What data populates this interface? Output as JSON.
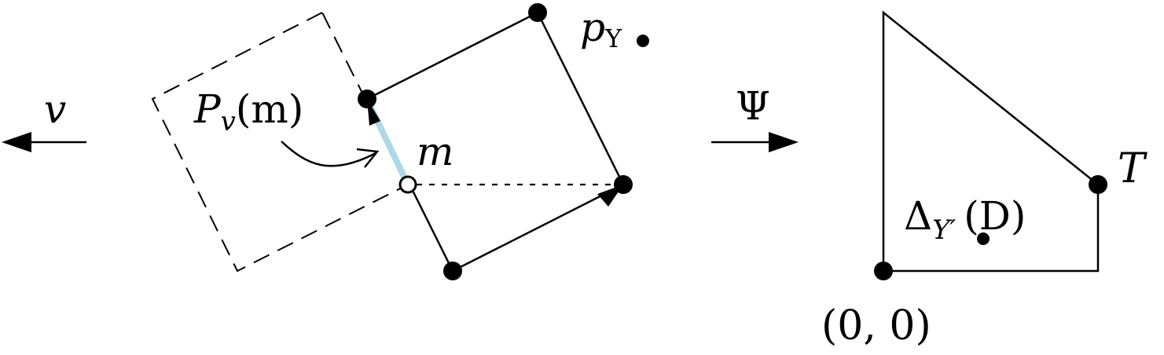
{
  "labels": {
    "v": "v",
    "pv_p": "P",
    "pv_sub": "v",
    "pv_arg": "(m)",
    "m": "m",
    "py_p": "p",
    "py_sub": "Y",
    "psi": "Ψ",
    "t": "T",
    "delta": "Δ",
    "delta_sub": "Y′",
    "delta_arg": "(D)",
    "origin": "(0, 0)"
  },
  "colors": {
    "ink": "#000000",
    "highlight": "#add8e6",
    "background": "#ffffff"
  }
}
